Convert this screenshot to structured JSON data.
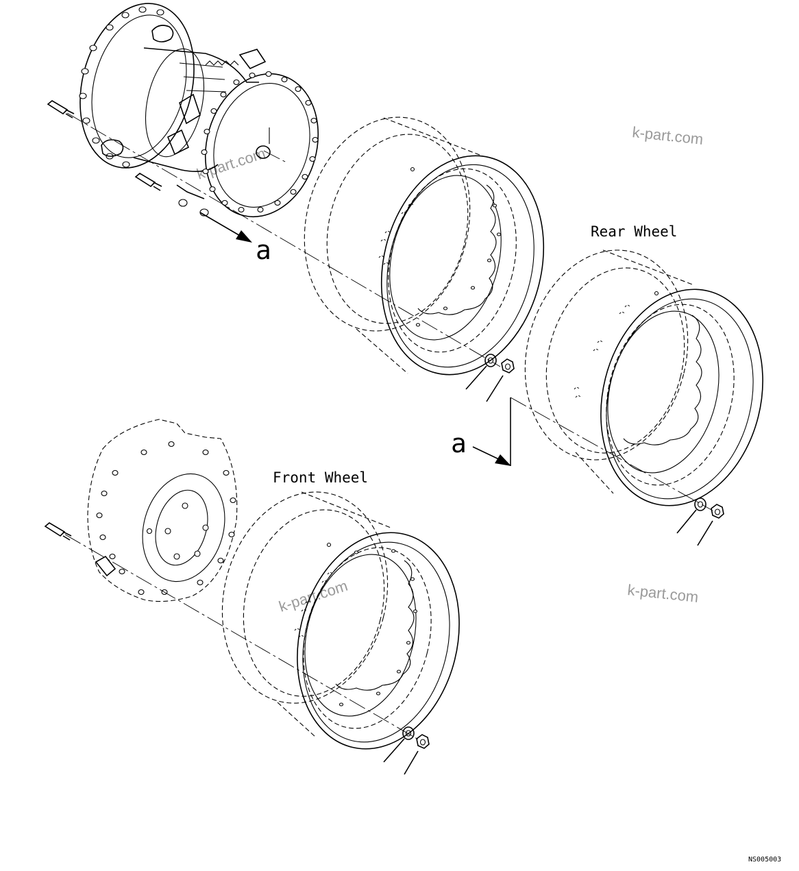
{
  "diagram": {
    "labels": {
      "rear_wheel": "Rear Wheel",
      "front_wheel": "Front Wheel",
      "ref_upper": "a",
      "ref_lower": "a",
      "drawing_code": "NS005003"
    },
    "watermarks": [
      "k-part.com",
      "k-part.com",
      "k-part.com",
      "k-part.com"
    ]
  }
}
